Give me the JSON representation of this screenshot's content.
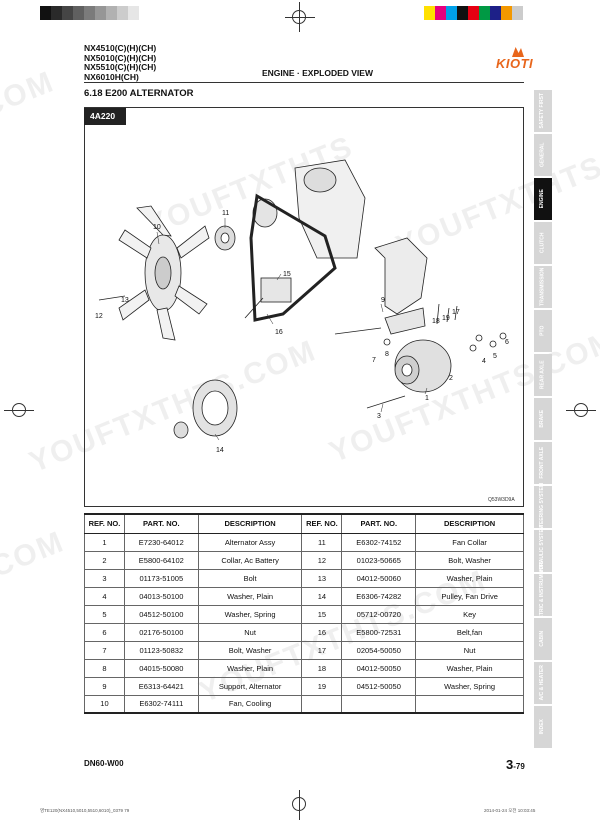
{
  "header": {
    "models": [
      "NX4510(C)(H)(CH)",
      "NX5010(C)(H)(CH)",
      "NX5510(C)(H)(CH)",
      "NX6010H(CH)"
    ],
    "center_title": "ENGINE · EXPLODED VIEW",
    "brand": "KIOTI"
  },
  "section": {
    "title": "6.18   E200 ALTERNATOR",
    "figure_tag": "4A220",
    "figure_code": "Q53W3D9A"
  },
  "callouts": [
    "1",
    "2",
    "3",
    "4",
    "5",
    "6",
    "7",
    "8",
    "9",
    "10",
    "11",
    "12",
    "13",
    "14",
    "15",
    "16",
    "17",
    "18",
    "19"
  ],
  "table": {
    "headers": [
      "REF. NO.",
      "PART. NO.",
      "DESCRIPTION",
      "REF. NO.",
      "PART. NO.",
      "DESCRIPTION"
    ],
    "rows": [
      [
        "1",
        "E7230-64012",
        "Alternator Assy",
        "11",
        "E6302-74152",
        "Fan Collar"
      ],
      [
        "2",
        "E5800-64102",
        "Collar, Ac Battery",
        "12",
        "01023-50665",
        "Bolt, Washer"
      ],
      [
        "3",
        "01173-51005",
        "Bolt",
        "13",
        "04012-50060",
        "Washer, Plain"
      ],
      [
        "4",
        "04013-50100",
        "Washer, Plain",
        "14",
        "E6306-74282",
        "Pulley, Fan Drive"
      ],
      [
        "5",
        "04512-50100",
        "Washer, Spring",
        "15",
        "05712-00720",
        "Key"
      ],
      [
        "6",
        "02176-50100",
        "Nut",
        "16",
        "E5800-72531",
        "Belt,fan"
      ],
      [
        "7",
        "01123-50832",
        "Bolt, Washer",
        "17",
        "02054-50050",
        "Nut"
      ],
      [
        "8",
        "04015-50080",
        "Washer, Plain",
        "18",
        "04012-50050",
        "Washer, Plain"
      ],
      [
        "9",
        "E6313-64421",
        "Support, Alternator",
        "19",
        "04512-50050",
        "Washer, Spring"
      ],
      [
        "10",
        "E6302-74111",
        "Fan, Cooling",
        "",
        "",
        ""
      ]
    ]
  },
  "tabs": [
    {
      "label": "SAFETY FIRST",
      "active": false
    },
    {
      "label": "GENERAL",
      "active": false
    },
    {
      "label": "ENGINE",
      "active": true
    },
    {
      "label": "CLUTCH",
      "active": false
    },
    {
      "label": "TRANSMISSION",
      "active": false
    },
    {
      "label": "PTO",
      "active": false
    },
    {
      "label": "REAR AXLE",
      "active": false
    },
    {
      "label": "BRAKE",
      "active": false
    },
    {
      "label": "FRONT AXLE",
      "active": false
    },
    {
      "label": "STEERING SYSTEM",
      "active": false
    },
    {
      "label": "HYDRAULIC SYSTEM",
      "active": false
    },
    {
      "label": "ELECTRIC & INSTRUMENTS",
      "active": false
    },
    {
      "label": "CABIN",
      "active": false
    },
    {
      "label": "A/C & HEATER",
      "active": false
    },
    {
      "label": "INDEX",
      "active": false
    }
  ],
  "footer": {
    "code": "DN60-W00",
    "page_major": "3",
    "page_minor": "-79",
    "slug_left": "영TE120(NX4510,5010,5510,6010)_0379   79",
    "slug_right": "2014-01-24   오전 10:03:45"
  },
  "watermarks": [
    "YOUFTXTHTS.COM",
    "YOUFTXTHTS",
    ".COM",
    "YOUFTXTHTS",
    "YOUFTXTHTS.COM",
    ".COM",
    "YOUFTXTHTS.COM"
  ],
  "colors": {
    "brand": "#e8661c",
    "swatches": [
      "#111111",
      "#2a2a2a",
      "#454545",
      "#606060",
      "#7b7b7b",
      "#969696",
      "#b1b1b1",
      "#cccccc",
      "#e6e6e6"
    ],
    "swatches_right": [
      "#ffe000",
      "#e6007e",
      "#00a0e9",
      "#111111",
      "#e60012",
      "#009944",
      "#1d2088",
      "#f39800",
      "#cccccc"
    ]
  }
}
